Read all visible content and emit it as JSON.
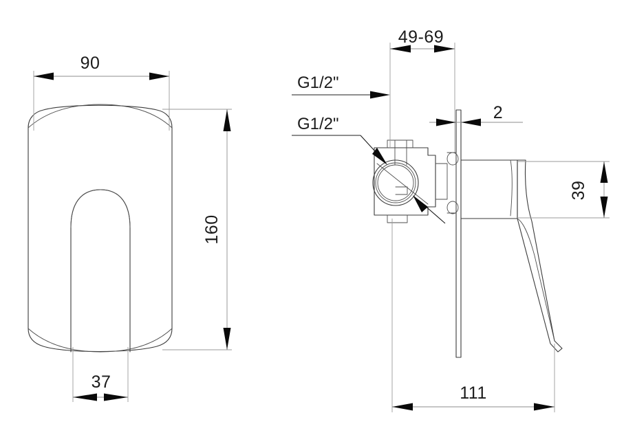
{
  "drawing": {
    "type": "engineering-dimensioned-drawing",
    "subject": "concealed single-lever shower mixer valve",
    "background_color": "#ffffff",
    "line_color": "#3a3a3a",
    "dimension_line_color": "#8c8c8c",
    "text_color": "#1b1b1b",
    "units": "mm",
    "views": [
      {
        "id": "front-view",
        "name": "Front view of escutcheon plate and lever"
      },
      {
        "id": "side-view",
        "name": "Side section view of valve body, plate and lever"
      }
    ]
  },
  "dimensions": {
    "front_width": "90",
    "front_height": "160",
    "lever_width": "37",
    "rough_in_depth": "49-69",
    "plate_thickness": "2",
    "lever_hub_height": "39",
    "side_overall_length": "111"
  },
  "annotations": {
    "thread_upper": "G1/2\"",
    "thread_lower": "G1/2\""
  },
  "chart_data": {
    "type": "table",
    "title": "Shower mixer dimensions",
    "categories": [
      "front_width",
      "front_height",
      "lever_width",
      "rough_in_depth",
      "plate_thickness",
      "lever_hub_height",
      "side_overall_length"
    ],
    "values": [
      "90",
      "160",
      "37",
      "49-69",
      "2",
      "39",
      "111"
    ],
    "annotations": [
      "G1/2\"",
      "G1/2\""
    ],
    "xlabel": "",
    "ylabel": "",
    "units": "mm"
  }
}
